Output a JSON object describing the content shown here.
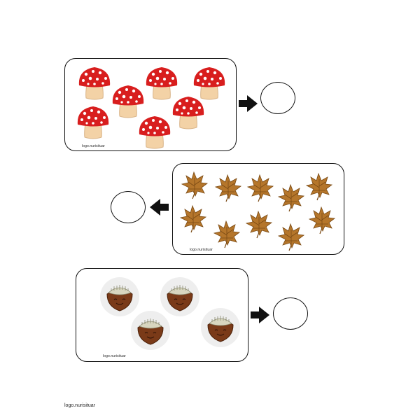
{
  "watermark": "logo.nurisituar",
  "footer_watermark": "logo.nurisituar",
  "exercises": [
    {
      "item": "mushroom-icon",
      "count_shown": 7,
      "arrow_direction": "right",
      "answer_value": ""
    },
    {
      "item": "maple-leaf-icon",
      "count_shown": 10,
      "arrow_direction": "left",
      "answer_value": ""
    },
    {
      "item": "chestnut-icon",
      "count_shown": 4,
      "arrow_direction": "right",
      "answer_value": ""
    }
  ],
  "colors": {
    "mushroom_cap": "#d81e1e",
    "mushroom_stem": "#f3d2a6",
    "leaf": "#b5762b",
    "chestnut": "#7a3a18",
    "chestnut_cap": "#d8d6bf",
    "border": "#111111"
  }
}
